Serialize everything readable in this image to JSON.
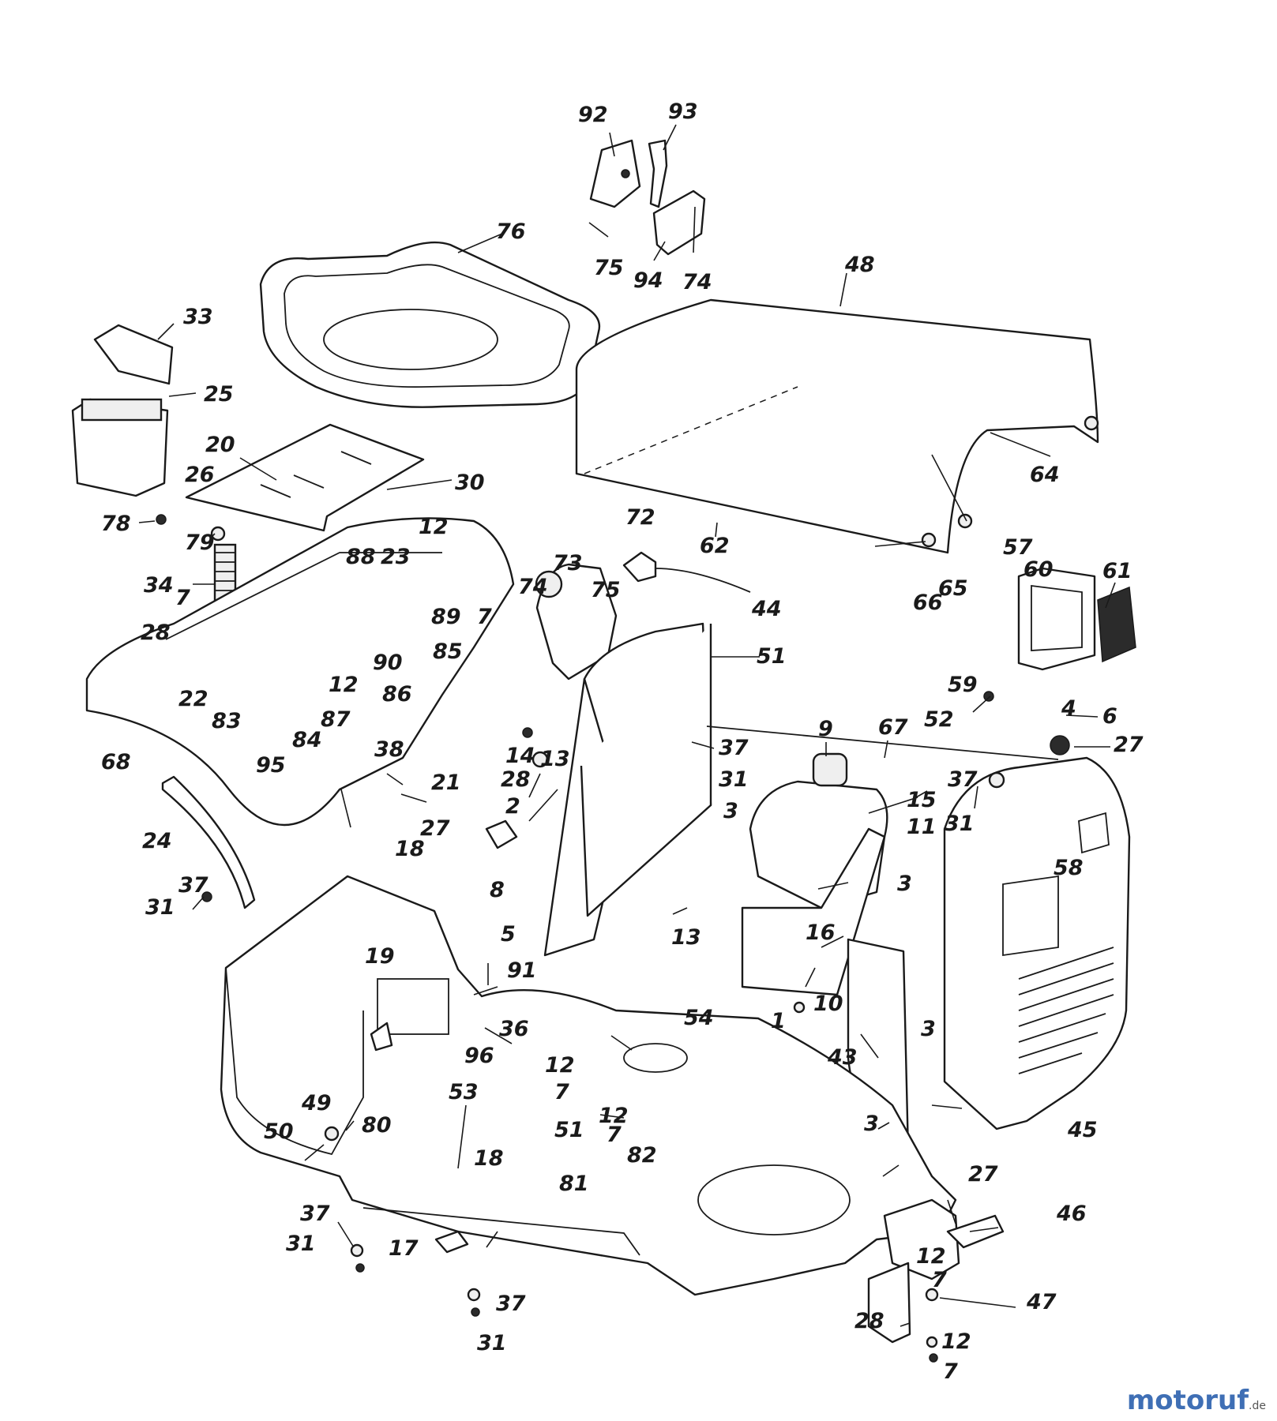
{
  "labels": [
    {
      "id": "92",
      "text": "92"
    },
    {
      "id": "93",
      "text": "93"
    },
    {
      "id": "75a",
      "text": "75"
    },
    {
      "id": "94",
      "text": "94"
    },
    {
      "id": "74a",
      "text": "74"
    },
    {
      "id": "76",
      "text": "76"
    },
    {
      "id": "48",
      "text": "48"
    },
    {
      "id": "33",
      "text": "33"
    },
    {
      "id": "25",
      "text": "25"
    },
    {
      "id": "20",
      "text": "20"
    },
    {
      "id": "26",
      "text": "26"
    },
    {
      "id": "30",
      "text": "30"
    },
    {
      "id": "78",
      "text": "78"
    },
    {
      "id": "79",
      "text": "79"
    },
    {
      "id": "12a",
      "text": "12"
    },
    {
      "id": "88",
      "text": "88"
    },
    {
      "id": "23",
      "text": "23"
    },
    {
      "id": "7a",
      "text": "7"
    },
    {
      "id": "34",
      "text": "34"
    },
    {
      "id": "7b",
      "text": "7"
    },
    {
      "id": "28a",
      "text": "28"
    },
    {
      "id": "89",
      "text": "89"
    },
    {
      "id": "85",
      "text": "85"
    },
    {
      "id": "90",
      "text": "90"
    },
    {
      "id": "86",
      "text": "86"
    },
    {
      "id": "22",
      "text": "22"
    },
    {
      "id": "12b",
      "text": "12"
    },
    {
      "id": "87",
      "text": "87"
    },
    {
      "id": "83",
      "text": "83"
    },
    {
      "id": "84",
      "text": "84"
    },
    {
      "id": "38",
      "text": "38"
    },
    {
      "id": "95",
      "text": "95"
    },
    {
      "id": "68",
      "text": "68"
    },
    {
      "id": "72",
      "text": "72"
    },
    {
      "id": "62",
      "text": "62"
    },
    {
      "id": "73",
      "text": "73"
    },
    {
      "id": "74b",
      "text": "74"
    },
    {
      "id": "75b",
      "text": "75"
    },
    {
      "id": "44",
      "text": "44"
    },
    {
      "id": "64",
      "text": "64"
    },
    {
      "id": "57",
      "text": "57"
    },
    {
      "id": "65",
      "text": "65"
    },
    {
      "id": "66",
      "text": "66"
    },
    {
      "id": "60",
      "text": "60"
    },
    {
      "id": "61",
      "text": "61"
    },
    {
      "id": "51a",
      "text": "51"
    },
    {
      "id": "59",
      "text": "59"
    },
    {
      "id": "14",
      "text": "14"
    },
    {
      "id": "9",
      "text": "9"
    },
    {
      "id": "67",
      "text": "67"
    },
    {
      "id": "4",
      "text": "4"
    },
    {
      "id": "52",
      "text": "52"
    },
    {
      "id": "6",
      "text": "6"
    },
    {
      "id": "37a",
      "text": "37"
    },
    {
      "id": "27a",
      "text": "27"
    },
    {
      "id": "28b",
      "text": "28"
    },
    {
      "id": "13a",
      "text": "13"
    },
    {
      "id": "31a",
      "text": "31"
    },
    {
      "id": "21",
      "text": "21"
    },
    {
      "id": "27b",
      "text": "27"
    },
    {
      "id": "18a",
      "text": "18"
    },
    {
      "id": "15",
      "text": "15"
    },
    {
      "id": "37b",
      "text": "37"
    },
    {
      "id": "31b",
      "text": "31"
    },
    {
      "id": "2",
      "text": "2"
    },
    {
      "id": "3a",
      "text": "3"
    },
    {
      "id": "11",
      "text": "11"
    },
    {
      "id": "24",
      "text": "24"
    },
    {
      "id": "8",
      "text": "8"
    },
    {
      "id": "3b",
      "text": "3"
    },
    {
      "id": "58",
      "text": "58"
    },
    {
      "id": "37c",
      "text": "37"
    },
    {
      "id": "31c",
      "text": "31"
    },
    {
      "id": "13b",
      "text": "13"
    },
    {
      "id": "16",
      "text": "16"
    },
    {
      "id": "5",
      "text": "5"
    },
    {
      "id": "91",
      "text": "91"
    },
    {
      "id": "19",
      "text": "19"
    },
    {
      "id": "10",
      "text": "10"
    },
    {
      "id": "1",
      "text": "1"
    },
    {
      "id": "54",
      "text": "54"
    },
    {
      "id": "36",
      "text": "36"
    },
    {
      "id": "96",
      "text": "96"
    },
    {
      "id": "3c",
      "text": "3"
    },
    {
      "id": "43",
      "text": "43"
    },
    {
      "id": "12c",
      "text": "12"
    },
    {
      "id": "7c",
      "text": "7"
    },
    {
      "id": "49",
      "text": "49"
    },
    {
      "id": "53",
      "text": "53"
    },
    {
      "id": "50",
      "text": "50"
    },
    {
      "id": "80",
      "text": "80"
    },
    {
      "id": "45",
      "text": "45"
    },
    {
      "id": "12d",
      "text": "12"
    },
    {
      "id": "51b",
      "text": "51"
    },
    {
      "id": "7d",
      "text": "7"
    },
    {
      "id": "3d",
      "text": "3"
    },
    {
      "id": "18b",
      "text": "18"
    },
    {
      "id": "82",
      "text": "82"
    },
    {
      "id": "27c",
      "text": "27"
    },
    {
      "id": "81",
      "text": "81"
    },
    {
      "id": "37d",
      "text": "37"
    },
    {
      "id": "31d",
      "text": "31"
    },
    {
      "id": "46",
      "text": "46"
    },
    {
      "id": "17",
      "text": "17"
    },
    {
      "id": "12e",
      "text": "12"
    },
    {
      "id": "7e",
      "text": "7"
    },
    {
      "id": "37e",
      "text": "37"
    },
    {
      "id": "47",
      "text": "47"
    },
    {
      "id": "31e",
      "text": "31"
    },
    {
      "id": "28c",
      "text": "28"
    },
    {
      "id": "12f",
      "text": "12"
    },
    {
      "id": "7f",
      "text": "7"
    }
  ],
  "watermark": {
    "brand": "motoruf",
    "suffix": ".de"
  }
}
